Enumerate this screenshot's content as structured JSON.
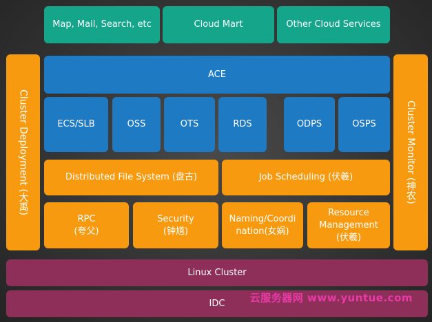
{
  "top_services": [
    "Map, Mail, Search, etc",
    "Cloud Mart",
    "Other Cloud Services"
  ],
  "left_sidebar": "Cluster Deployment (大禹)",
  "right_sidebar": "Cluster Monitor (神农)",
  "ace": "ACE",
  "products": [
    "ECS/SLB",
    "OSS",
    "OTS",
    "RDS",
    "ODPS",
    "OSPS"
  ],
  "distributed_fs": "Distributed File System (盘古)",
  "job_scheduling": "Job Scheduling (伏羲)",
  "rpc": "RPC\n(夸父)",
  "security": "Security\n(钟馗)",
  "naming": "Naming/Coordi\nnation(女娲)",
  "resource": "Resource\nManagement\n(伏羲)",
  "linux_cluster": "Linux Cluster",
  "idc": "IDC",
  "watermark": "云服务器网 www.yuntue.com",
  "colors": {
    "teal": "#14a58b",
    "blue": "#1f7ac4",
    "orange": "#f79a10",
    "purple": "#8e2f5a",
    "watermark": "#e83aa6"
  }
}
